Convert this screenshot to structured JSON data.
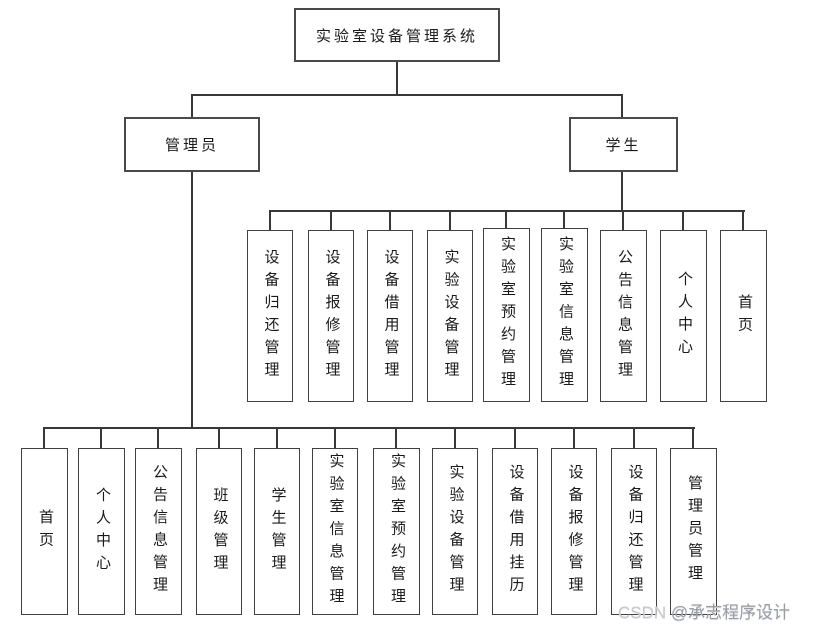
{
  "root": {
    "label": "实验室设备管理系统"
  },
  "branches": {
    "admin": {
      "label": "管理员",
      "children": [
        "首页",
        "个人中心",
        "公告信息管理",
        "班级管理",
        "学生管理",
        "实验室信息管理",
        "实验室预约管理",
        "实验设备管理",
        "设备借用挂历",
        "设备报修管理",
        "设备归还管理",
        "管理员管理"
      ]
    },
    "student": {
      "label": "学生",
      "children": [
        "设备归还管理",
        "设备报修管理",
        "设备借用管理",
        "实验设备管理",
        "实验室预约管理",
        "实验室信息管理",
        "公告信息管理",
        "个人中心",
        "首页"
      ]
    }
  },
  "watermark": {
    "brand": "CSDN ",
    "author": "@承志程序设计"
  }
}
